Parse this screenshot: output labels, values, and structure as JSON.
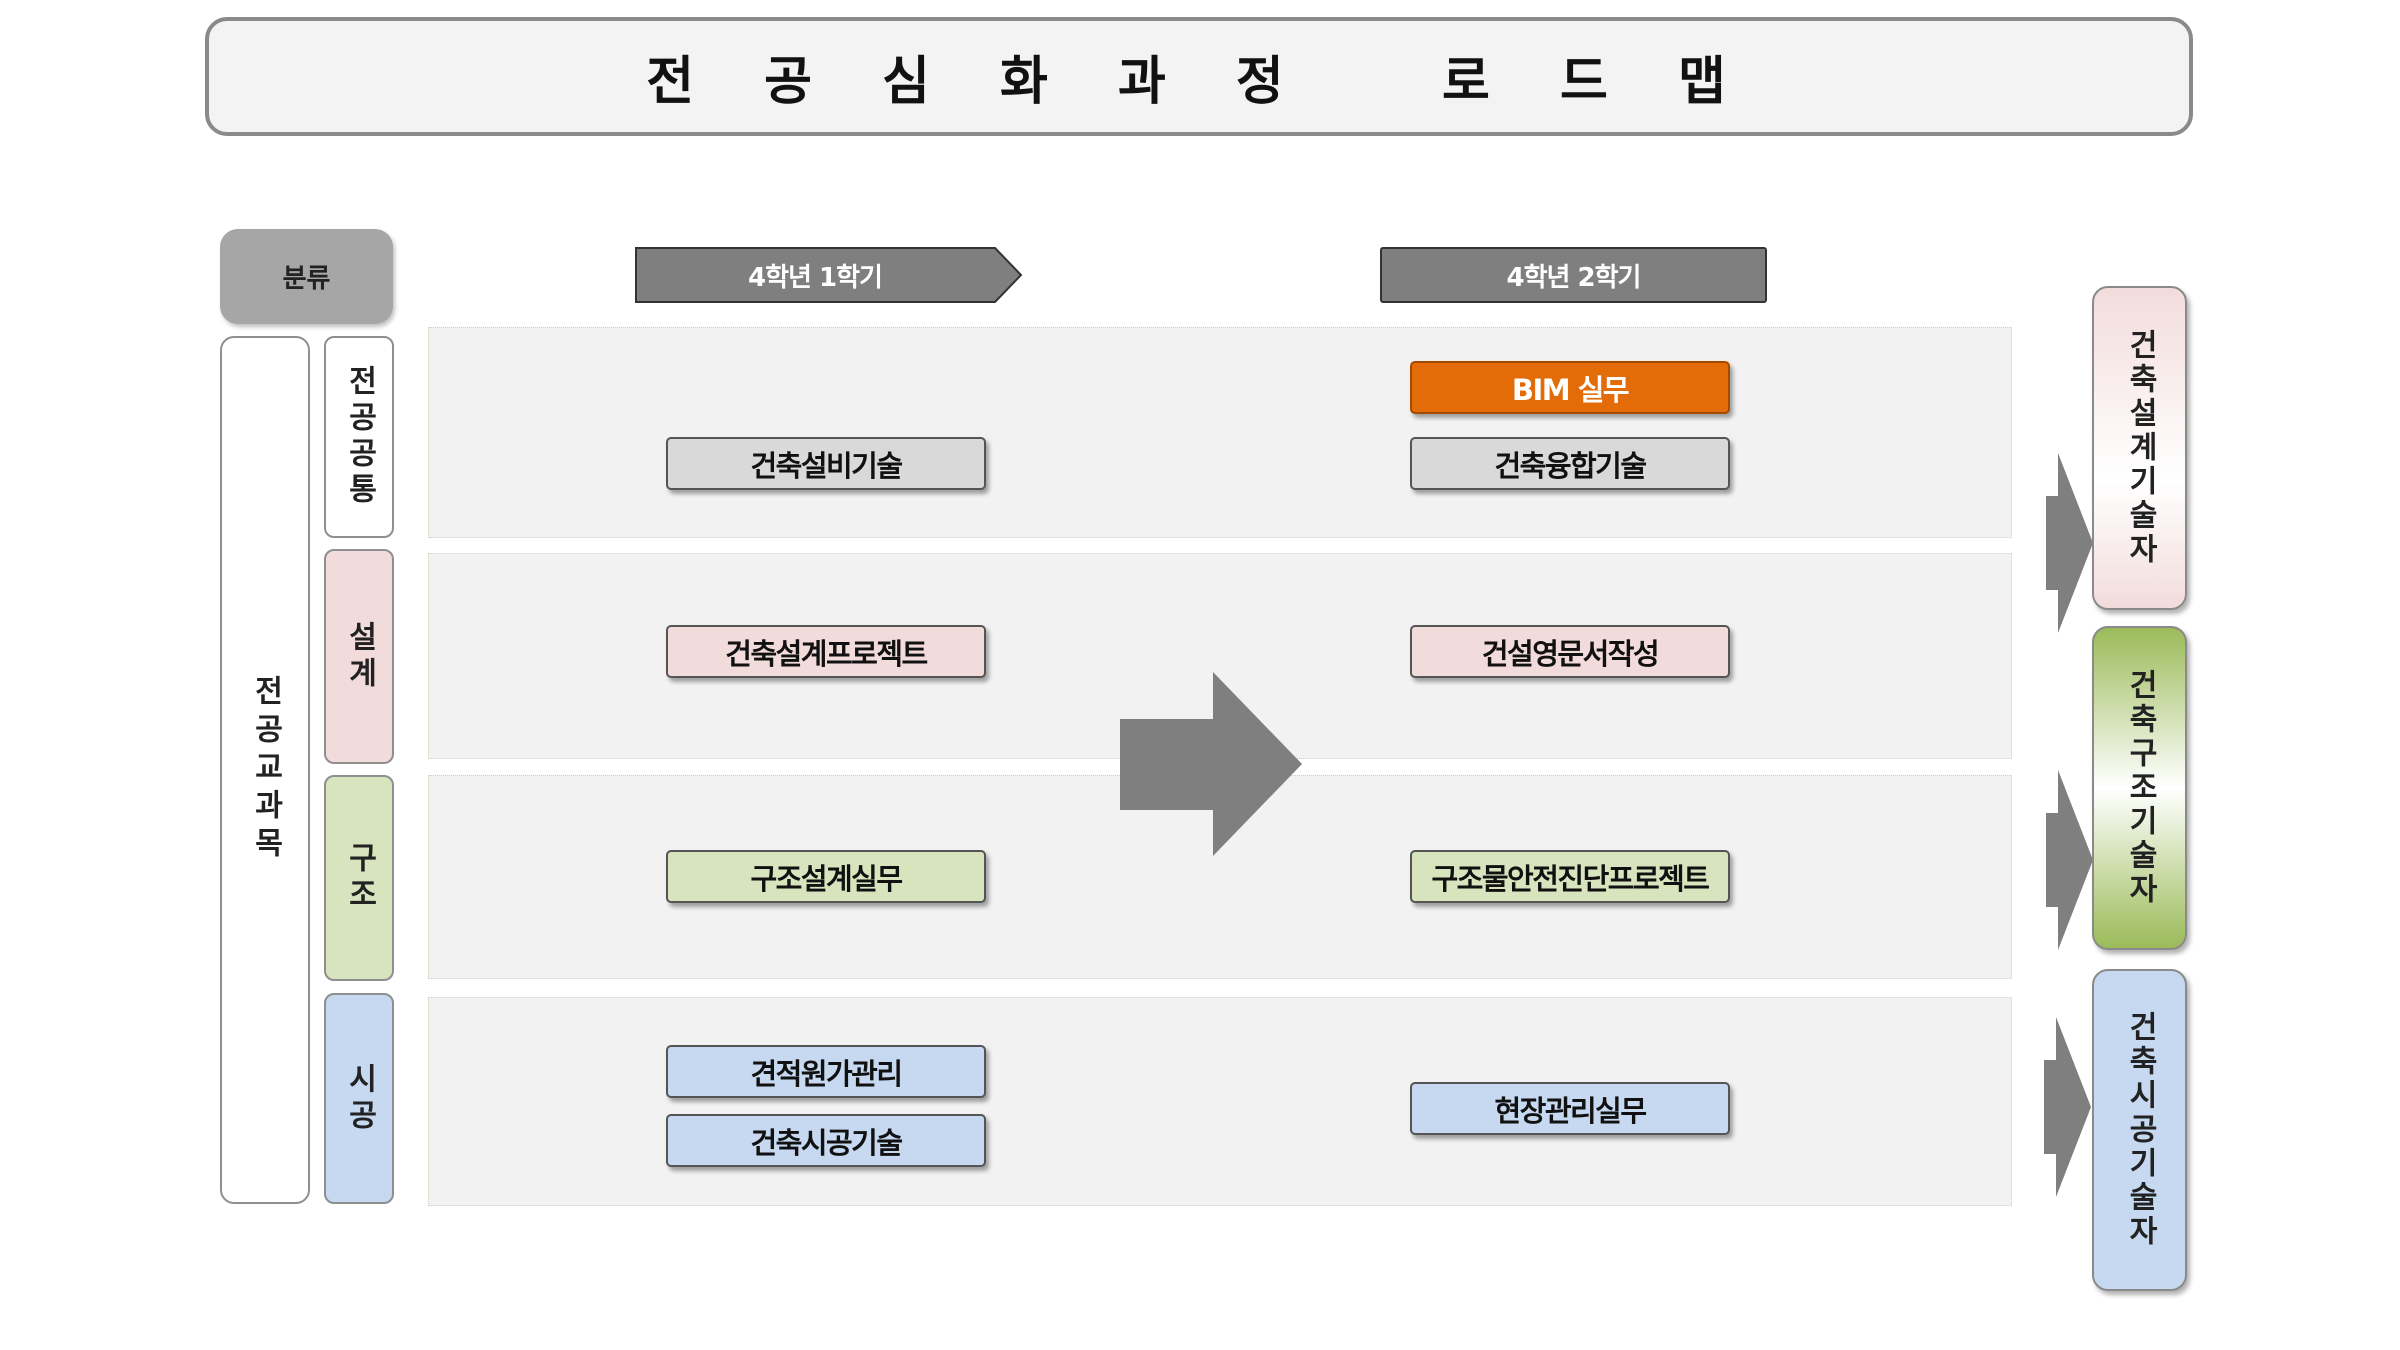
{
  "title": "전 공 심 화 과 정   로 드 맵",
  "classification_header": "분류",
  "outer_category": "전공교과목",
  "sub_categories": [
    "전공공통",
    "설계",
    "구조",
    "시공"
  ],
  "semesters": [
    "4학년 1학기",
    "4학년 2학기"
  ],
  "courses": {
    "common": {
      "sem1": [
        "건축설비기술"
      ],
      "sem2": [
        "BIM 실무",
        "건축융합기술"
      ]
    },
    "design": {
      "sem1": [
        "건축설계프로젝트"
      ],
      "sem2": [
        "건설영문서작성"
      ]
    },
    "structure": {
      "sem1": [
        "구조설계실무"
      ],
      "sem2": [
        "구조물안전진단프로젝트"
      ]
    },
    "construction": {
      "sem1": [
        "견적원가관리",
        "건축시공기술"
      ],
      "sem2": [
        "현장관리실무"
      ]
    }
  },
  "careers": [
    "건축설계기술자",
    "건축구조기술자",
    "건축시공기술자"
  ],
  "colors": {
    "common": "#d9d9d9",
    "design": "#f2dcdb",
    "structure": "#d7e4bd",
    "construction": "#c6d9f1",
    "highlight": "#e36c09",
    "header_gray": "#7f7f7f",
    "arrow_gray": "#7f7f7f"
  }
}
